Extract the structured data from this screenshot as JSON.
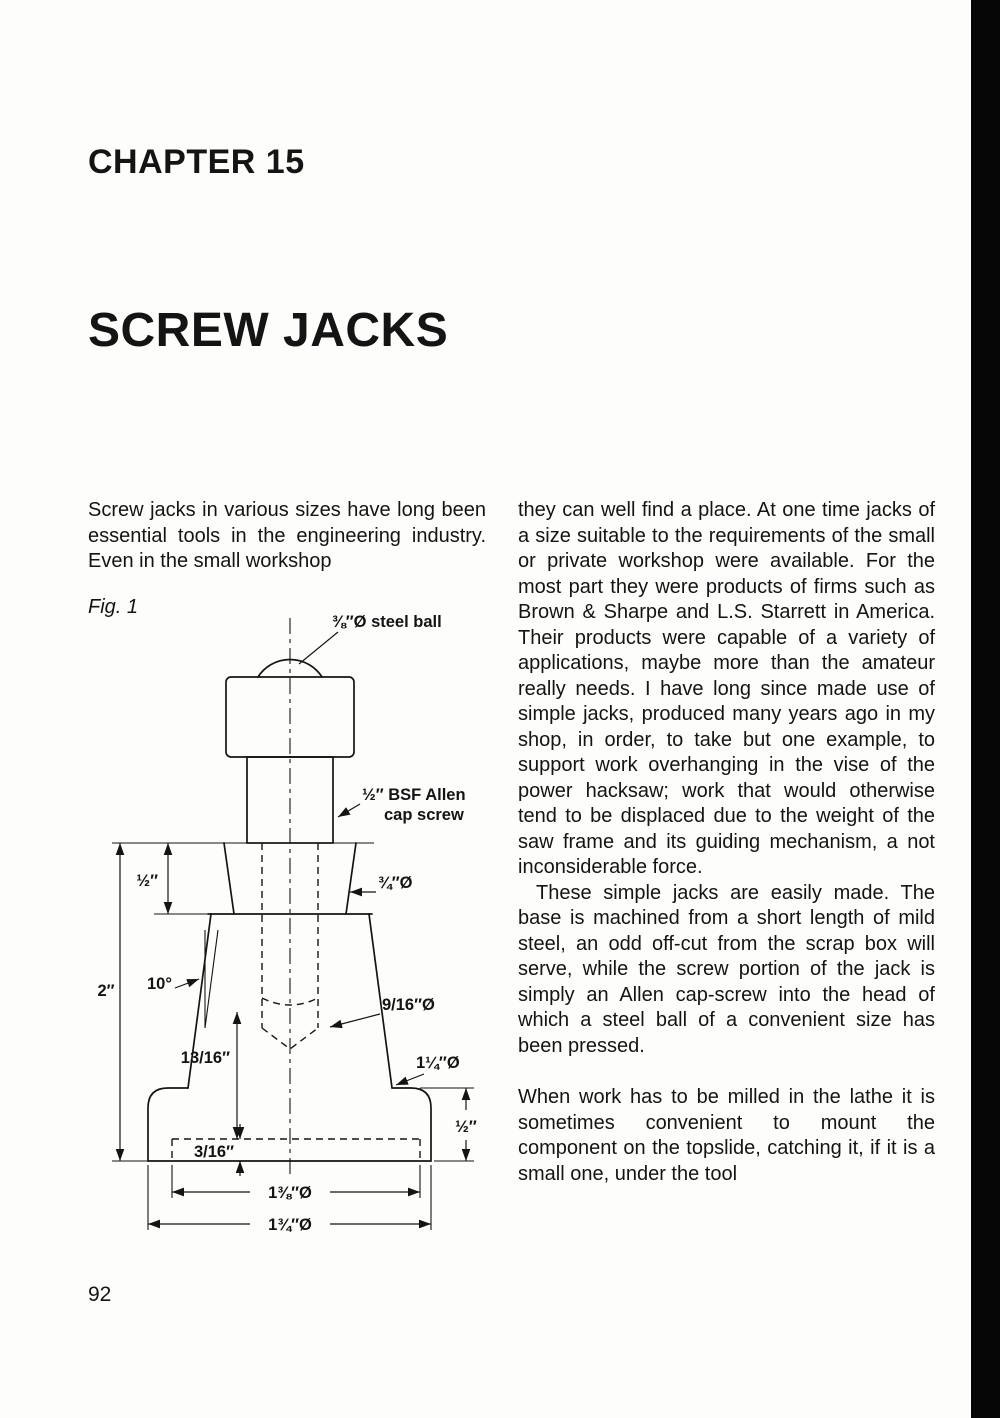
{
  "page": {
    "chapter": "CHAPTER 15",
    "title": "SCREW JACKS",
    "fig_label": "Fig. 1",
    "page_number": "92"
  },
  "columns": {
    "left_intro": "Screw jacks in various sizes have long been essential tools in the engineering industry. Even in the small workshop",
    "right_para1": "they can well find a place. At one time jacks of a size suitable to the requirements of the small or private workshop were available. For the most part they were products of firms such as Brown & Sharpe and L.S. Starrett in America. Their products were capable of a variety of applications, maybe more than the amateur really needs. I have long since made use of simple jacks, produced many years ago in my shop, in order, to take but one example, to support work overhanging in the vise of the power hacksaw; work that would otherwise tend to be displaced due to the weight of the saw frame and its guiding mechanism, a not inconsiderable force.",
    "right_para2": "These simple jacks are easily made. The base is machined from a short length of mild steel, an odd off-cut from the scrap box will serve, while the screw portion of the jack is simply an Allen cap-screw into the head of which a steel ball of a convenient size has been pressed.",
    "right_para3": "When work has to be milled in the lathe it is sometimes convenient to mount the component on the topslide, catching it, if it is a small one, under the tool"
  },
  "figure": {
    "labels": {
      "steel_ball": "⅜″Ø steel ball",
      "cap_screw_line1": "½″ BSF Allen",
      "cap_screw_line2": "cap screw",
      "boss_height": "½″",
      "boss_diameter": "¾″Ø",
      "overall_height": "2″",
      "taper_angle": "10°",
      "hole_diameter": "9/16″Ø",
      "hole_depth": "13/16″",
      "cone_base_diameter": "1¼″Ø",
      "flange_height": "½″",
      "recess_depth": "3/16″",
      "recess_diameter": "1⅜″Ø",
      "flange_diameter": "1¾″Ø"
    }
  }
}
